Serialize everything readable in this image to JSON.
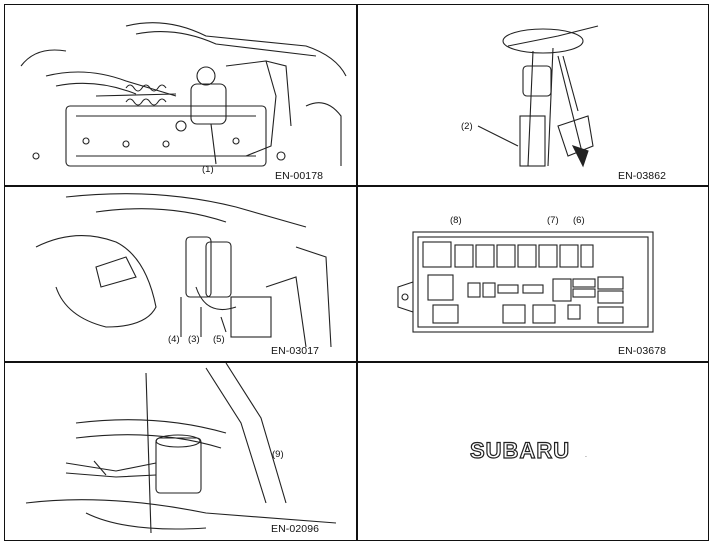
{
  "panels": {
    "p1": {
      "code": "EN-00178",
      "callouts": [
        "(1)"
      ]
    },
    "p2": {
      "code": "EN-03862",
      "callouts": [
        "(2)"
      ]
    },
    "p3": {
      "code": "EN-03017",
      "callouts": [
        "(4)",
        "(3)",
        "(5)"
      ]
    },
    "p4": {
      "code": "EN-03678",
      "callouts": [
        "(8)",
        "(7)",
        "(6)"
      ]
    },
    "p5": {
      "code": "EN-02096",
      "callouts": [
        "(9)"
      ]
    }
  },
  "logo": {
    "text": "SUBARU",
    "mark": "."
  }
}
